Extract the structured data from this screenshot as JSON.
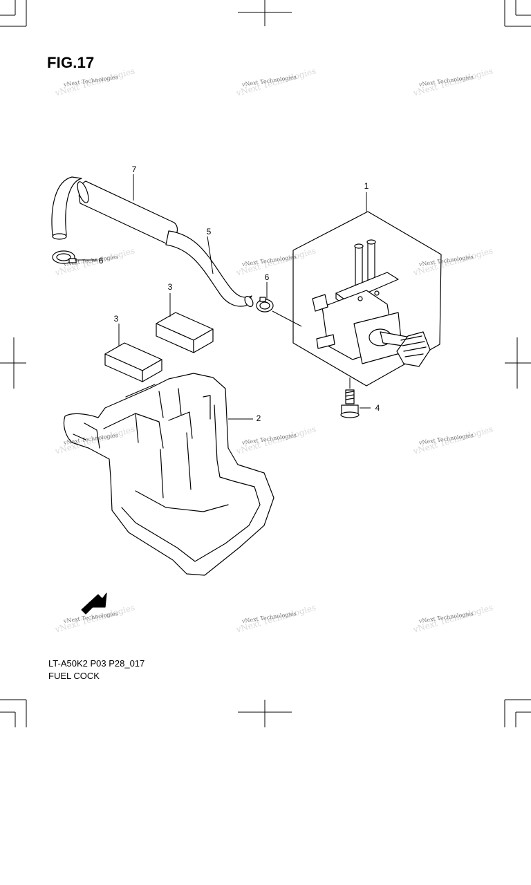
{
  "figure": {
    "title": "FIG.17",
    "model_code": "LT-A50K2 P03 P28_017",
    "section_name": "FUEL COCK"
  },
  "watermark": {
    "text": "vNext Technologies"
  },
  "callouts": [
    {
      "id": "callout-1",
      "label": "1"
    },
    {
      "id": "callout-2",
      "label": "2"
    },
    {
      "id": "callout-3a",
      "label": "3"
    },
    {
      "id": "callout-3b",
      "label": "3"
    },
    {
      "id": "callout-4",
      "label": "4"
    },
    {
      "id": "callout-5",
      "label": "5"
    },
    {
      "id": "callout-6a",
      "label": "6"
    },
    {
      "id": "callout-6b",
      "label": "6"
    },
    {
      "id": "callout-7",
      "label": "7"
    }
  ],
  "fwd_badge": "FWD",
  "colors": {
    "line": "#000000",
    "watermark": "#777777",
    "ghost": "#d9d9d9"
  }
}
